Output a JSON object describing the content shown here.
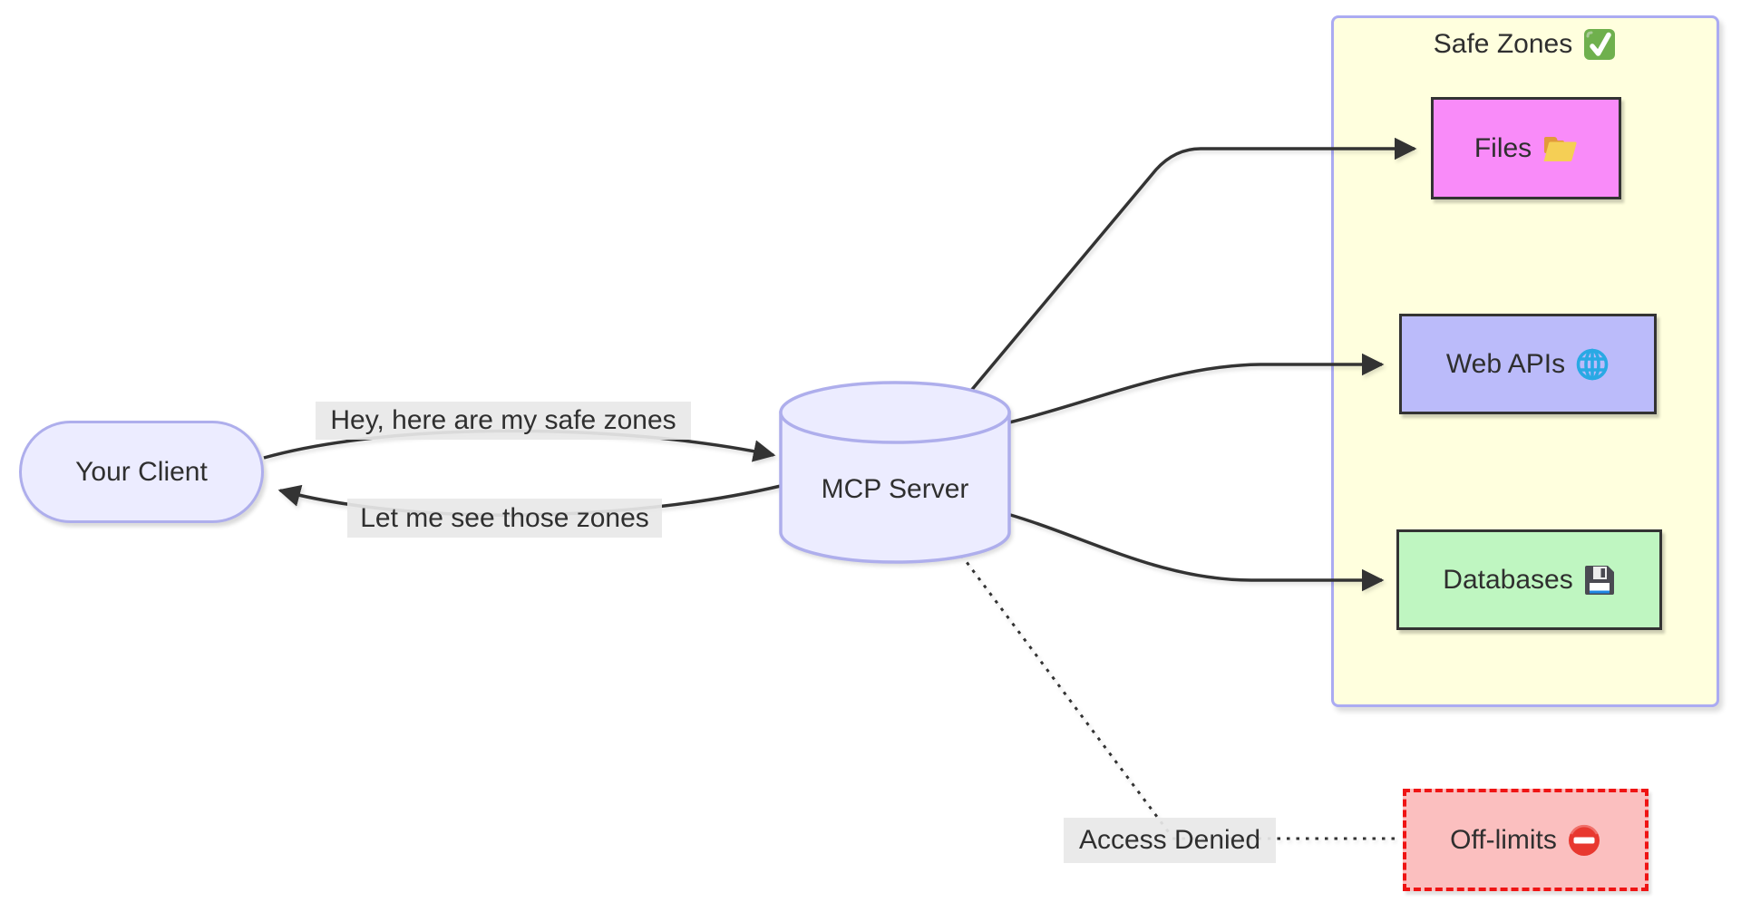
{
  "nodes": {
    "client": {
      "label": "Your Client",
      "shape": "stadium"
    },
    "server": {
      "label": "MCP Server",
      "shape": "cylinder"
    },
    "files": {
      "label": "Files",
      "icon": "open-folder"
    },
    "web_apis": {
      "label": "Web APIs",
      "icon": "globe-with-meridians"
    },
    "databases": {
      "label": "Databases",
      "icon": "floppy-disk"
    },
    "off_limits": {
      "label": "Off-limits",
      "icon": "no-entry"
    }
  },
  "cluster": {
    "title": "Safe Zones",
    "icon": "check-mark-button"
  },
  "edges": {
    "client_to_server": {
      "label": "Hey, here are my safe zones",
      "style": "solid-arrow"
    },
    "server_to_client": {
      "label": "Let me see those zones",
      "style": "solid-arrow"
    },
    "server_to_files": {
      "label": "",
      "style": "solid-arrow"
    },
    "server_to_web_apis": {
      "label": "",
      "style": "solid-arrow"
    },
    "server_to_databases": {
      "label": "",
      "style": "solid-arrow"
    },
    "server_to_off_limits": {
      "label": "Access Denied",
      "style": "dotted-open"
    }
  },
  "colors": {
    "node_fill": "#ECECFF",
    "node_border": "#AEAEEC",
    "cluster_fill": "#FFFFDE",
    "cluster_border": "#ABABF2",
    "files_fill": "#F98BF9",
    "web_apis_fill": "#BBBBFA",
    "databases_fill": "#BFF6C1",
    "off_limits_fill": "#FBBFBF",
    "off_limits_border": "#EF1414",
    "edge_color": "#333333",
    "edge_label_bg": "#E8E8E8",
    "text_color": "#2F2F2F"
  }
}
